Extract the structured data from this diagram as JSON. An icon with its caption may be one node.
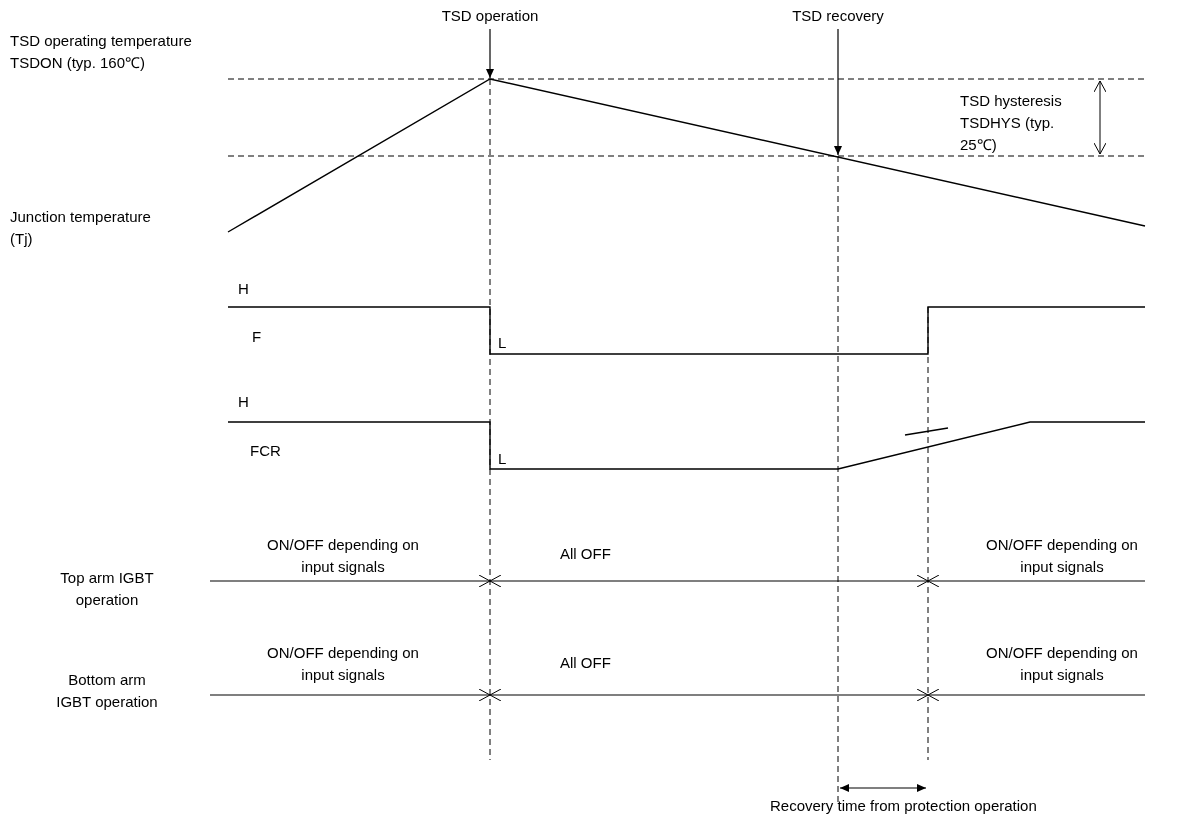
{
  "diagram": {
    "nodes": [
      {
        "text": [
          "TSD operation"
        ]
      },
      {
        "text": [
          "TSD recovery"
        ]
      },
      {
        "text": [],
        "shape": "line"
      }
    ],
    "edges": [
      {
        "from": 0,
        "to": 2,
        "arrow": "to"
      },
      {
        "from": 1,
        "to": 2,
        "arrow": "to"
      }
    ],
    "labels": [
      "TSD operating temperature TSDON (typ. 160℃)",
      "TSD hysteresis TSDHYS (typ. 25℃)",
      "Junction temperature (Tj)",
      "H",
      "F",
      "L",
      "H",
      "FCR",
      "L",
      "ON/OFF depending on input signals",
      "All OFF",
      "ON/OFF depending on input signals",
      "Top arm IGBT operation",
      "ON/OFF depending on input signals",
      "All OFF",
      "ON/OFF depending on input signals",
      "Bottom arm IGBT operation",
      "Recovery time from protection operation"
    ]
  }
}
